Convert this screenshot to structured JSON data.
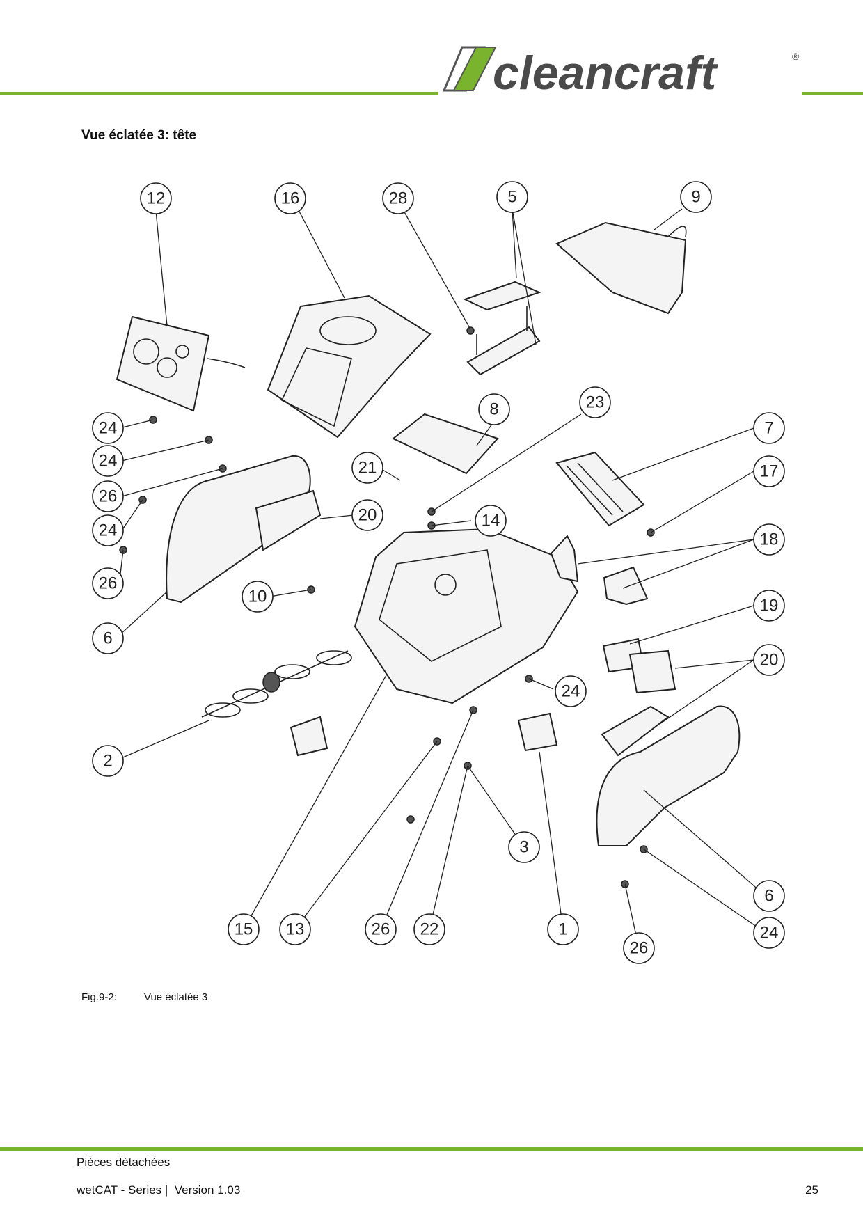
{
  "header": {
    "brand": "cleancraft",
    "registered": "®",
    "accent_color": "#7ab32e"
  },
  "section_title": "Vue éclatée 3: tête",
  "callouts": [
    "12",
    "16",
    "28",
    "5",
    "9",
    "24",
    "24",
    "26",
    "24",
    "26",
    "6",
    "8",
    "23",
    "21",
    "20",
    "14",
    "7",
    "17",
    "18",
    "10",
    "19",
    "20",
    "2",
    "24",
    "3",
    "15",
    "13",
    "26",
    "22",
    "1",
    "6",
    "24",
    "26"
  ],
  "figure": {
    "number": "Fig.9-2:",
    "caption": "Vue éclatée 3"
  },
  "footer": {
    "section": "Pièces détachées",
    "document": "wetCAT - Series |  Version 1.03",
    "page": "25"
  }
}
